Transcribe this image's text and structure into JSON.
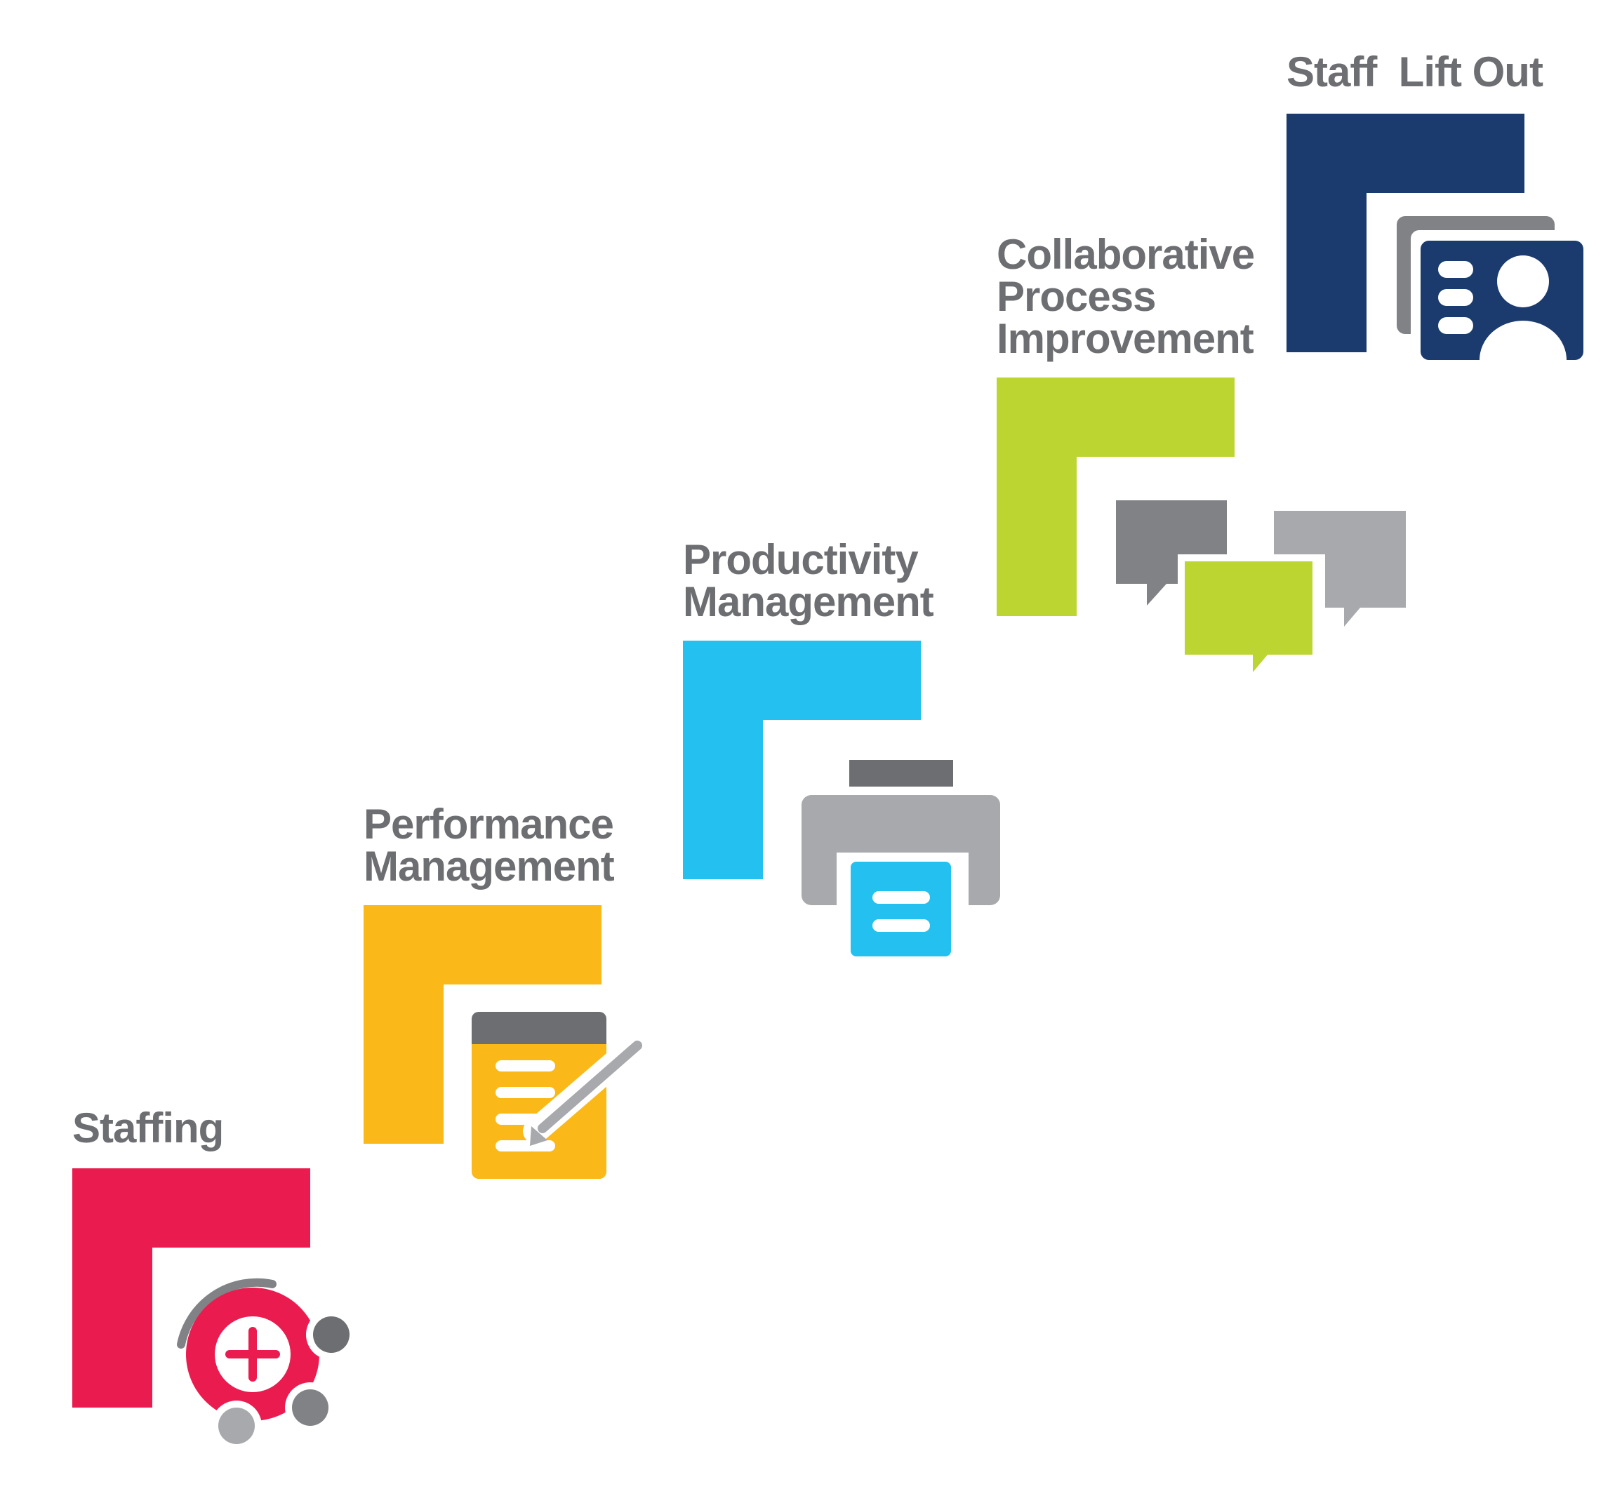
{
  "diagram": {
    "steps": [
      {
        "id": "staffing",
        "label_lines": [
          "Staffing"
        ],
        "color": "#EA1B4F",
        "icon": "staffing-plus-people-icon"
      },
      {
        "id": "performance-management",
        "label_lines": [
          "Performance",
          "Management"
        ],
        "color": "#FBB919",
        "icon": "notepad-pencil-icon"
      },
      {
        "id": "productivity-management",
        "label_lines": [
          "Productivity",
          "Management"
        ],
        "color": "#24C0EF",
        "icon": "printer-icon"
      },
      {
        "id": "collaborative-process-improvement",
        "label_lines": [
          "Collaborative",
          "Process",
          "Improvement"
        ],
        "color": "#BCD531",
        "icon": "chat-bubbles-icon"
      },
      {
        "id": "staff-lift-out",
        "label_lines": [
          "Staff  Lift Out"
        ],
        "color": "#1B3A6D",
        "icon": "profile-cards-icon"
      }
    ],
    "colors": {
      "label_text": "#6D6E71",
      "gray_dark": "#6D6E71",
      "gray_mid": "#808285",
      "gray_light": "#A7A9AC",
      "white": "#FFFFFF"
    }
  }
}
